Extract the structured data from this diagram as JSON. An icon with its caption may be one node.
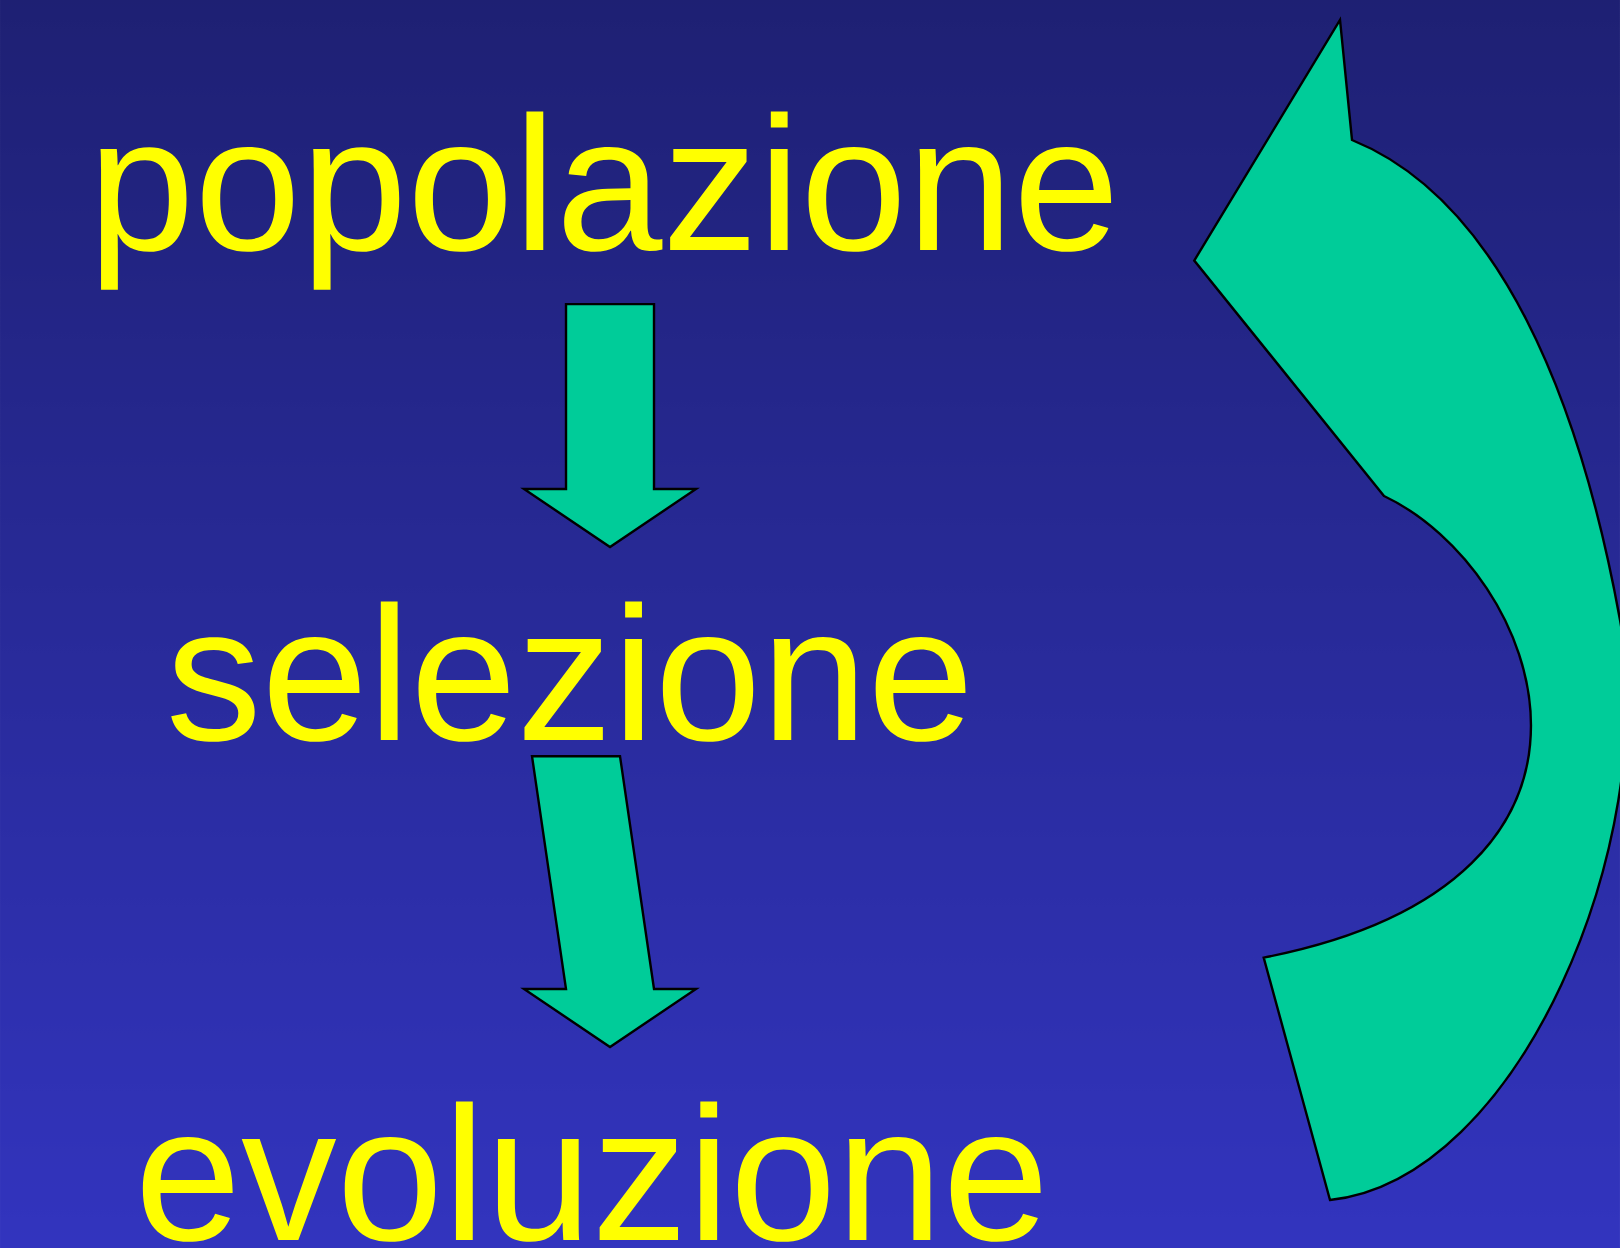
{
  "diagram": {
    "nodes": [
      {
        "text": [
          "popolazione"
        ]
      },
      {
        "text": [
          "selezione"
        ]
      },
      {
        "text": [
          "evoluzione"
        ]
      }
    ],
    "edges": [
      {
        "from": 0,
        "to": 1,
        "arrow": "to"
      },
      {
        "from": 1,
        "to": 2,
        "arrow": "to"
      },
      {
        "from": 2,
        "to": 0,
        "arrow": "to"
      }
    ]
  }
}
